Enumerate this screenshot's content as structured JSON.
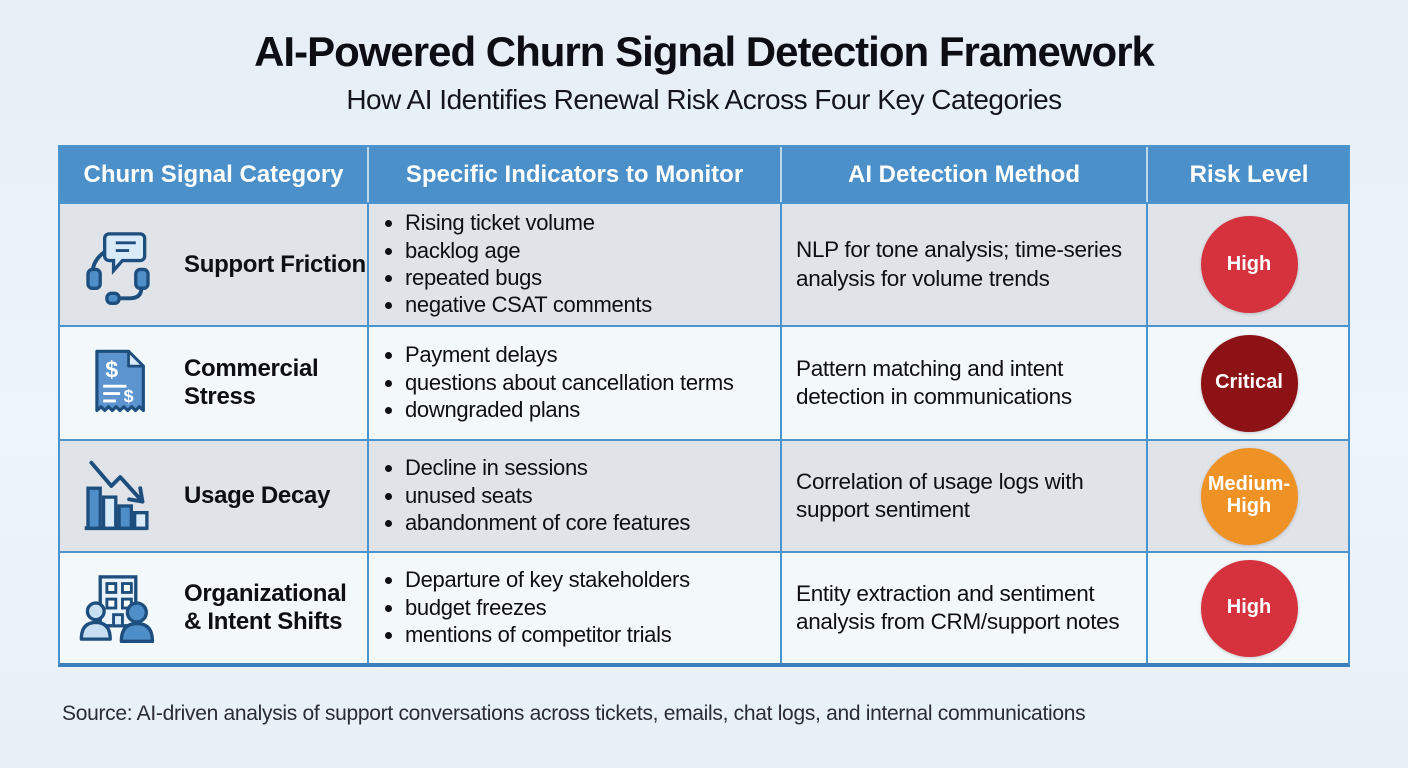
{
  "page": {
    "title": "AI-Powered Churn Signal Detection Framework",
    "subtitle": "How AI Identifies Renewal Risk Across Four Key Categories",
    "source": "Source: AI-driven analysis of support conversations across tickets, emails, chat logs, and internal communications"
  },
  "colors": {
    "header_bg": "#4b90c8",
    "table_border": "#4a94cf",
    "row_gray": "#e0e3e8",
    "row_light": "#f3f8fb",
    "risk_high": "#d5323e",
    "risk_critical": "#8d1215",
    "risk_medium_high": "#ee9226",
    "icon_outline": "#1e4e7d",
    "icon_fill_mid": "#4e8fc9",
    "icon_fill_light": "#d9eaf9"
  },
  "table": {
    "headers": [
      "Churn Signal Category",
      "Specific Indicators to Monitor",
      "AI Detection Method",
      "Risk Level"
    ],
    "rows": [
      {
        "category": "Support Friction",
        "icon": "headset-chat-icon",
        "indicators": [
          "Rising ticket volume",
          "backlog age",
          "repeated bugs",
          "negative CSAT comments"
        ],
        "detection": "NLP for tone analysis; time-series analysis for volume trends",
        "risk": {
          "label": "High",
          "color": "#d5323e"
        }
      },
      {
        "category": "Commercial Stress",
        "icon": "receipt-icon",
        "indicators": [
          "Payment delays",
          "questions about cancellation terms",
          "downgraded plans"
        ],
        "detection": "Pattern matching and intent detection in communications",
        "risk": {
          "label": "Critical",
          "color": "#8d1215"
        }
      },
      {
        "category": "Usage Decay",
        "icon": "declining-bar-chart-icon",
        "indicators": [
          "Decline in sessions",
          "unused seats",
          "abandonment of core features"
        ],
        "detection": "Correlation of usage logs with support sentiment",
        "risk": {
          "label": "Medium-High",
          "color": "#ee9226"
        }
      },
      {
        "category": "Organizational & Intent Shifts",
        "icon": "building-people-icon",
        "indicators": [
          "Departure of key stakeholders",
          "budget freezes",
          "mentions of competitor trials"
        ],
        "detection": "Entity extraction and sentiment analysis from CRM/support notes",
        "risk": {
          "label": "High",
          "color": "#d5323e"
        }
      }
    ]
  },
  "chart_data": {
    "type": "table",
    "title": "AI-Powered Churn Signal Detection Framework",
    "subtitle": "How AI Identifies Renewal Risk Across Four Key Categories",
    "columns": [
      "Churn Signal Category",
      "Specific Indicators to Monitor",
      "AI Detection Method",
      "Risk Level"
    ],
    "rows": [
      [
        "Support Friction",
        "Rising ticket volume; backlog age; repeated bugs; negative CSAT comments",
        "NLP for tone analysis; time-series analysis for volume trends",
        "High"
      ],
      [
        "Commercial Stress",
        "Payment delays; questions about cancellation terms; downgraded plans",
        "Pattern matching and intent detection in communications",
        "Critical"
      ],
      [
        "Usage Decay",
        "Decline in sessions; unused seats; abandonment of core features",
        "Correlation of usage logs with support sentiment",
        "Medium-High"
      ],
      [
        "Organizational & Intent Shifts",
        "Departure of key stakeholders; budget freezes; mentions of competitor trials",
        "Entity extraction and sentiment analysis from CRM/support notes",
        "High"
      ]
    ],
    "legend_position": "none",
    "grid": true
  }
}
